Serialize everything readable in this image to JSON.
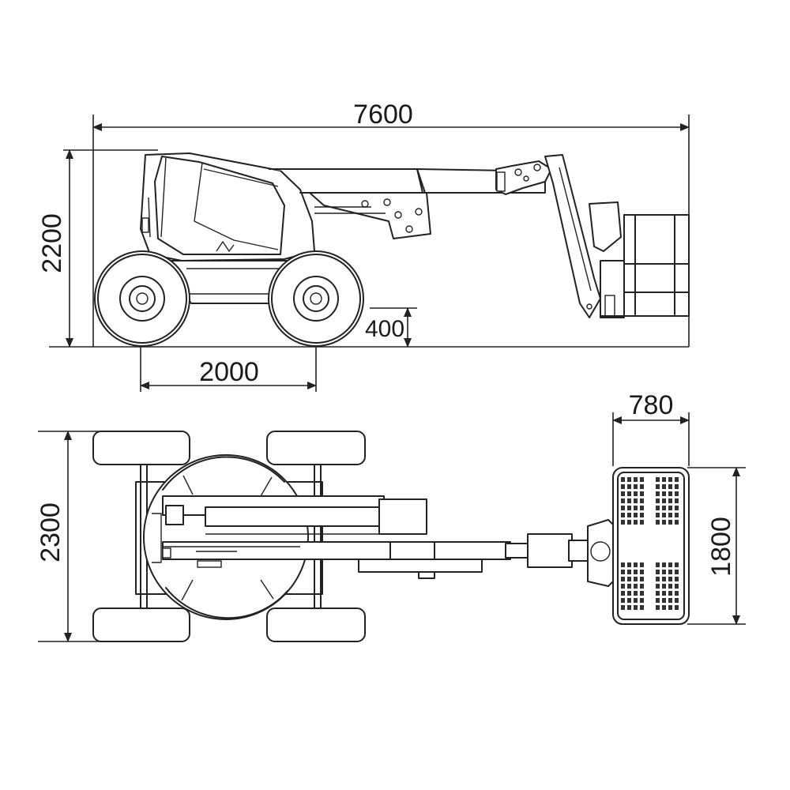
{
  "dimensions": {
    "overall_length": "7600",
    "overall_height": "2200",
    "ground_clearance": "400",
    "wheelbase": "2000",
    "overall_width": "2300",
    "platform_length": "780",
    "platform_width": "1800"
  }
}
